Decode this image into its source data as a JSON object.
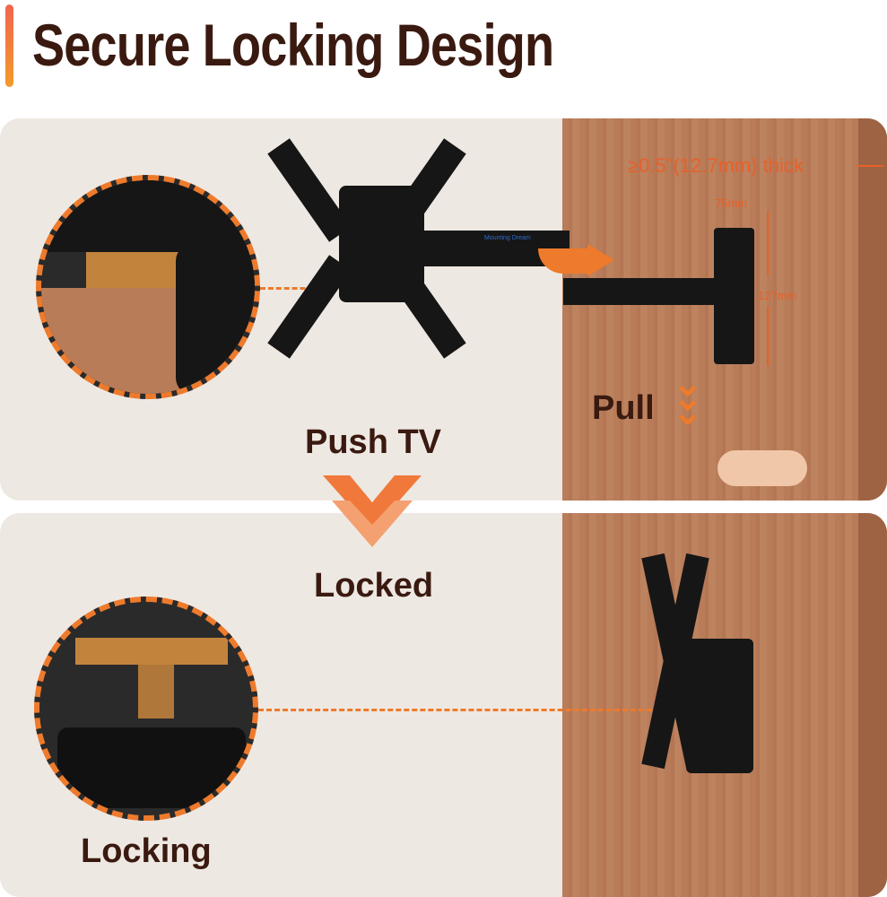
{
  "title": "Secure Locking Design",
  "brand": "Mounting Dream",
  "labels": {
    "push": "Push TV",
    "locked": "Locked",
    "pull": "Pull",
    "locking": "Locking"
  },
  "dimensions": {
    "thickness": "≥0.5\"(12.7mm) thick",
    "width": "75mm",
    "height": "127mm"
  },
  "colors": {
    "accent": "#ee7a2c",
    "text": "#3a1a10",
    "panel": "#eee8e2",
    "wood": "#b97c58"
  }
}
